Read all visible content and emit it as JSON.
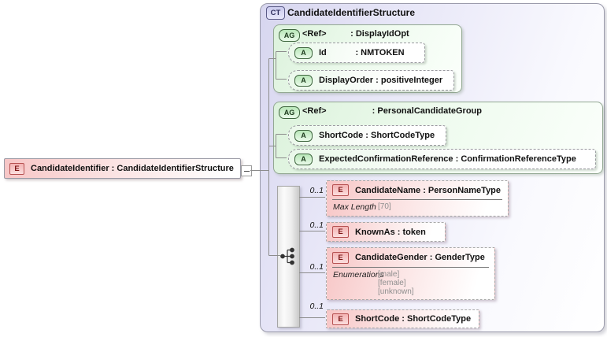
{
  "root_element": {
    "badge": "E",
    "label": "CandidateIdentifier : CandidateIdentifierStructure"
  },
  "collapse_toggle_icon": "minus",
  "complex_type": {
    "badge": "CT",
    "title": "CandidateIdentifierStructure",
    "attr_groups": [
      {
        "badge": "AG",
        "label": "<Ref>          : DisplayIdOpt",
        "attrs": [
          {
            "badge": "A",
            "label": "Id            : NMTOKEN"
          },
          {
            "badge": "A",
            "label": "DisplayOrder : positiveInteger"
          }
        ]
      },
      {
        "badge": "AG",
        "label": "<Ref>                   : PersonalCandidateGroup",
        "attrs": [
          {
            "badge": "A",
            "label": "ShortCode : ShortCodeType"
          },
          {
            "badge": "A",
            "label": "ExpectedConfirmationReference : ConfirmationReferenceType"
          }
        ]
      }
    ],
    "compositor": "sequence",
    "children": [
      {
        "badge": "E",
        "cardinality": "0..1",
        "label": "CandidateName : PersonNameType",
        "facet_label": "Max Length",
        "facet_values": [
          "[70]"
        ]
      },
      {
        "badge": "E",
        "cardinality": "0..1",
        "label": "KnownAs : token"
      },
      {
        "badge": "E",
        "cardinality": "0..1",
        "label": "CandidateGender : GenderType",
        "facet_label": "Enumerations",
        "facet_values": [
          "[male]",
          "[female]",
          "[unknown]"
        ]
      },
      {
        "badge": "E",
        "cardinality": "0..1",
        "label": "ShortCode : ShortCodeType"
      }
    ]
  },
  "colors": {
    "element_fill": "#f7c6c6",
    "element_badge_border": "#b65151",
    "attribute_group_fill": "#e4f6e4",
    "attribute_badge_border": "#3e653e",
    "container_fill": "#d7d6ef",
    "container_border": "#9b9bab",
    "connector": "#8c8c8c"
  }
}
